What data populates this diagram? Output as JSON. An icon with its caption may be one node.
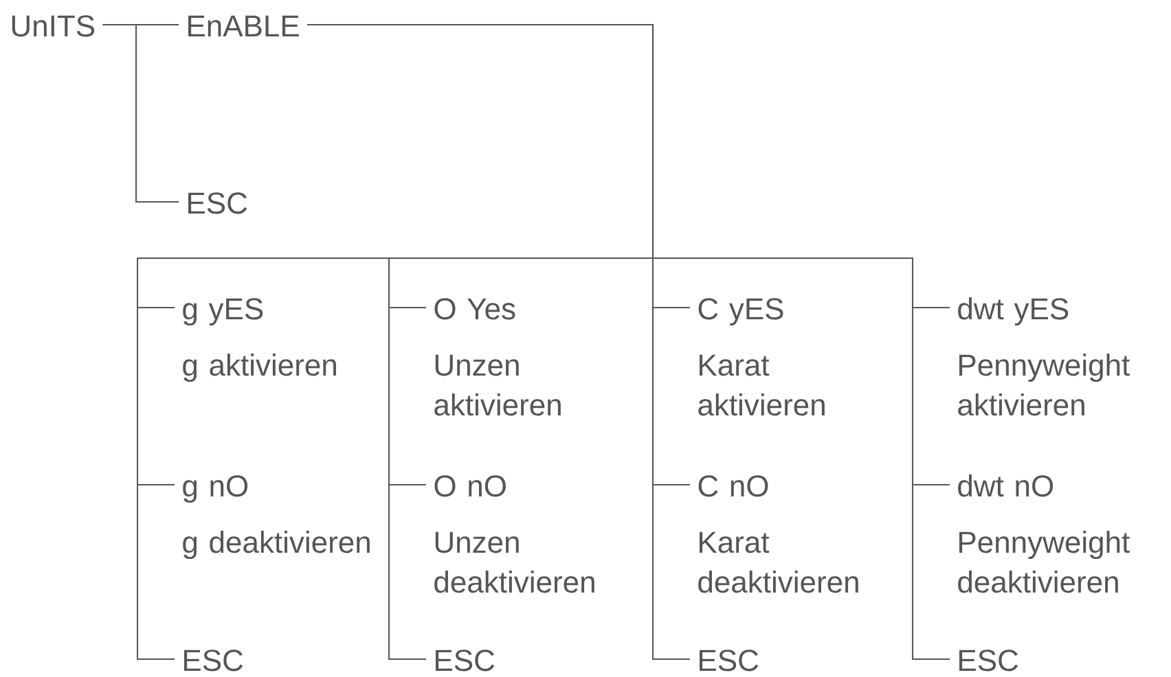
{
  "diagram": {
    "nodes": [
      {
        "text": [
          "UnITS"
        ]
      },
      {
        "text": [
          "EnABLE"
        ]
      },
      {
        "text": [
          "ESC"
        ]
      },
      {
        "text": [
          "g yES",
          "g aktivieren"
        ]
      },
      {
        "text": [
          "g nO",
          "g deaktivieren"
        ]
      },
      {
        "text": [
          "ESC"
        ]
      },
      {
        "text": [
          "O Yes",
          "Unzen aktivieren"
        ]
      },
      {
        "text": [
          "O nO",
          "Unzen deaktivieren"
        ]
      },
      {
        "text": [
          "ESC"
        ]
      },
      {
        "text": [
          "C yES",
          "Karat aktivieren"
        ]
      },
      {
        "text": [
          "C nO",
          "Karat deaktivieren"
        ]
      },
      {
        "text": [
          "ESC"
        ]
      },
      {
        "text": [
          "dwt yES",
          "Pennyweight aktivieren"
        ]
      },
      {
        "text": [
          "dwt nO",
          "Pennyweight deaktivieren"
        ]
      },
      {
        "text": [
          "ESC"
        ]
      }
    ],
    "edges": [
      {
        "from": 0,
        "to": 1,
        "arrow": "none"
      },
      {
        "from": 0,
        "to": 2,
        "arrow": "none"
      },
      {
        "from": 1,
        "to": 3,
        "arrow": "none"
      },
      {
        "from": 1,
        "to": 4,
        "arrow": "none"
      },
      {
        "from": 1,
        "to": 5,
        "arrow": "none"
      },
      {
        "from": 1,
        "to": 6,
        "arrow": "none"
      },
      {
        "from": 1,
        "to": 7,
        "arrow": "none"
      },
      {
        "from": 1,
        "to": 8,
        "arrow": "none"
      },
      {
        "from": 1,
        "to": 9,
        "arrow": "none"
      },
      {
        "from": 1,
        "to": 10,
        "arrow": "none"
      },
      {
        "from": 1,
        "to": 11,
        "arrow": "none"
      },
      {
        "from": 1,
        "to": 12,
        "arrow": "none"
      },
      {
        "from": 1,
        "to": 13,
        "arrow": "none"
      },
      {
        "from": 1,
        "to": 14,
        "arrow": "none"
      }
    ]
  }
}
